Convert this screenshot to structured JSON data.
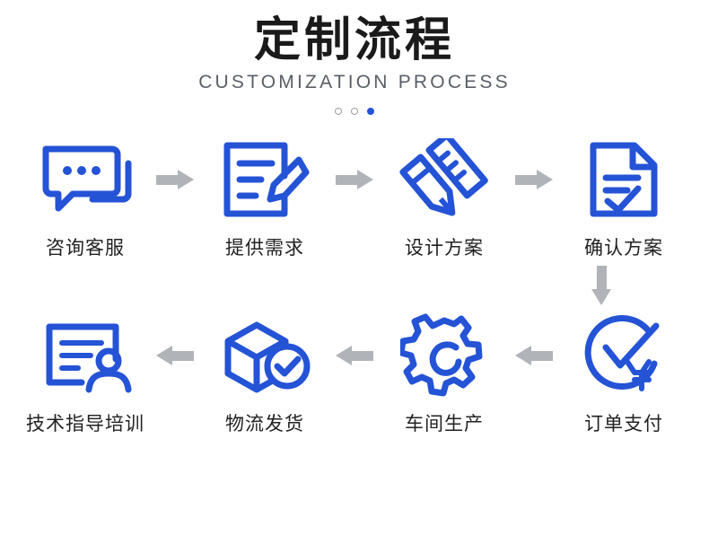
{
  "header": {
    "title_cn": "定制流程",
    "title_en": "CUSTOMIZATION PROCESS",
    "dots": [
      "dot-outline",
      "dot-outline",
      "dot-filled"
    ]
  },
  "colors": {
    "accent_blue": "#2453d6",
    "arrow_grey": "#b0b3b8",
    "title_dark": "#1a1a1a",
    "subtitle_grey": "#5a5f66",
    "label_dark": "#222222",
    "background": "#ffffff"
  },
  "flow": {
    "row1": [
      {
        "label": "咨询客服",
        "icon": "chat-bubbles-icon"
      },
      {
        "label": "提供需求",
        "icon": "document-pencil-icon"
      },
      {
        "label": "设计方案",
        "icon": "pen-ruler-icon"
      },
      {
        "label": "确认方案",
        "icon": "document-check-icon"
      }
    ],
    "row2": [
      {
        "label": "技术指导培训",
        "icon": "certificate-person-icon"
      },
      {
        "label": "物流发货",
        "icon": "box-check-icon"
      },
      {
        "label": "车间生产",
        "icon": "gear-wrench-icon"
      },
      {
        "label": "订单支付",
        "icon": "clock-yuan-icon"
      }
    ],
    "arrows": {
      "row1": [
        "arrow-right-icon",
        "arrow-right-icon",
        "arrow-right-icon"
      ],
      "down": "arrow-down-icon",
      "row2": [
        "arrow-left-icon",
        "arrow-left-icon",
        "arrow-left-icon"
      ]
    }
  }
}
